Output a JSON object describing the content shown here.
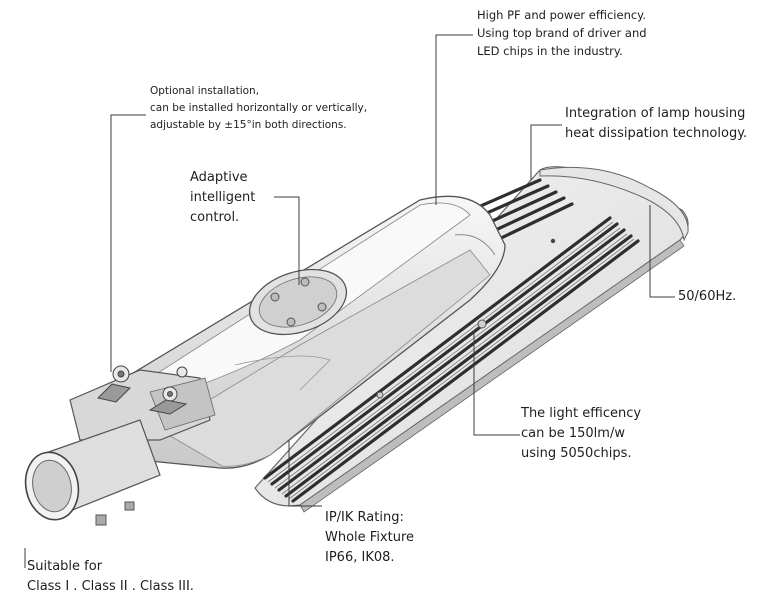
{
  "annotations": {
    "high_pf": "High PF and power efficiency.\nUsing top brand of driver and\nLED chips in the industry.",
    "optional_installation": "Optional installation,\ncan be installed horizontally or vertically,\nadjustable by ±15°in both directions.",
    "integration": "Integration of lamp housing\nheat dissipation technology.",
    "adaptive_control": "Adaptive\nintelligent\ncontrol.",
    "frequency": "50/60Hz.",
    "light_efficiency": "The light efficency\ncan be 150lm/w\nusing 5050chips.",
    "ip_ik_rating": "IP/IK Rating:\nWhole Fixture\nIP66, IK08.",
    "class_suitability": "Suitable for\nClass I . Class II . Class III."
  },
  "colors": {
    "housing": "#efefef",
    "housing_shade": "#d6d6d6",
    "fins": "#3a3a3a",
    "outline": "#555555",
    "leader": "#3c3c3c"
  }
}
